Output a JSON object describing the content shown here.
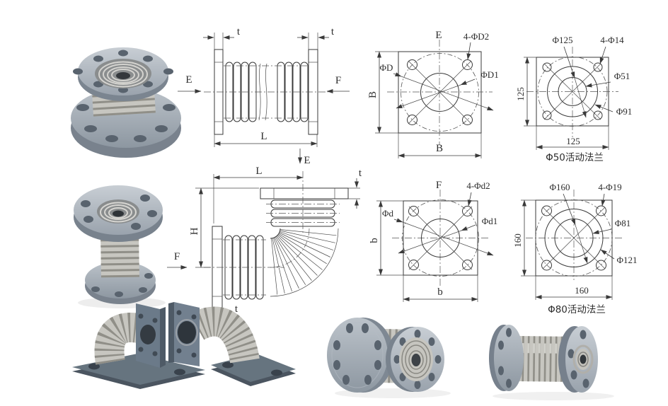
{
  "page": {
    "background": "#ffffff"
  },
  "colors": {
    "drawing_line": "#3a3a3a",
    "flange_gray": "#9aa3ac",
    "bellows_silver": "#c7c6c0",
    "square_flange_blue_gray": "#64727f"
  },
  "drawings": {
    "straight_joint": {
      "t_left": "t",
      "t_right": "t",
      "view_e": "E",
      "view_f": "F",
      "length": "L",
      "section_e": "E"
    },
    "flange_view_e": {
      "title": "E",
      "bolt_holes": "4-ΦD2",
      "outer_dia": "ΦD",
      "bore_dia": "ΦD1",
      "side_dim": "B",
      "bottom_dim": "B"
    },
    "flange_dn50": {
      "bolt_circle": "Φ125",
      "bolt_holes": "4-Φ14",
      "bore": "Φ51",
      "raised_face": "Φ91",
      "side_dim": "125",
      "bottom_dim": "125",
      "caption": "Φ50活动法兰"
    },
    "elbow_joint": {
      "length": "L",
      "t_top": "t",
      "height": "H",
      "view_f": "F",
      "t_bottom": "t"
    },
    "flange_view_f": {
      "title": "F",
      "bolt_holes": "4-Φd2",
      "outer_dia": "Φd",
      "bore_dia": "Φd1",
      "side_dim": "b",
      "bottom_dim": "b"
    },
    "flange_dn80": {
      "bolt_circle": "Φ160",
      "bolt_holes": "4-Φ19",
      "bore": "Φ81",
      "raised_face": "Φ121",
      "side_dim": "160",
      "bottom_dim": "160",
      "caption": "Φ80活动法兰"
    }
  }
}
